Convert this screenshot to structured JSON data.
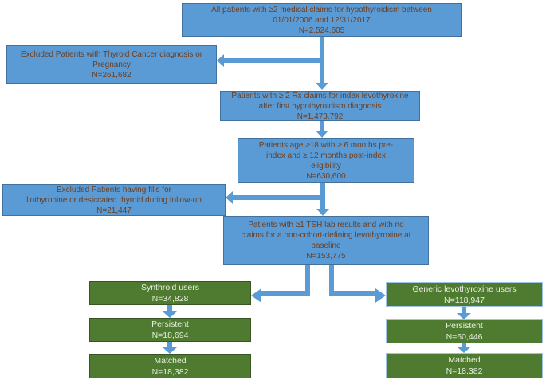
{
  "figure": {
    "type": "patient-flow-diagram",
    "colors": {
      "blue_box_fill": "#5b9bd5",
      "blue_box_border": "#41719c",
      "blue_box_text": "#6e3d1d",
      "green_box_fill": "#4e7b30",
      "green_box_border_left_column": "#375623",
      "green_box_border_right_column": "#9dc3e6",
      "green_box_text": "#e8efe0",
      "arrow_color": "#5b9bd5"
    }
  },
  "boxes": {
    "all_patients": {
      "lines": [
        "All patients with ≥2 medical claims for hypothyroidism between",
        "01/01/2006 and 12/31/2017",
        "N=2,524,605"
      ],
      "n": "2,524,605"
    },
    "excluded_cancer_pregnancy": {
      "lines": [
        "Excluded Patients with Thyroid Cancer diagnosis or",
        "Pregnancy",
        "N=261,682"
      ],
      "n": "261,682"
    },
    "rx_claims": {
      "lines": [
        "Patients with ≥ 2 Rx claims for index levothyroxine",
        "after first hypothyroidism diagnosis",
        "N=1,473,792"
      ],
      "n": "1,473,792"
    },
    "age_eligibility": {
      "lines": [
        "Patients age ≥18 with ≥ 6 months pre-",
        "index and ≥ 12 months post-index",
        "eligibility",
        "N=630,600"
      ],
      "n": "630,600"
    },
    "excluded_fills": {
      "lines": [
        "Excluded Patients having fills for",
        "liothyronine or desiccated thyroid during follow-up",
        "N=21,447"
      ],
      "n": "21,447"
    },
    "tsh_lab": {
      "lines": [
        "Patients with ≥1 TSH lab results and with no",
        "claims for a non-cohort-defining levothyroxine at",
        "baseline",
        "N=153,775"
      ],
      "n": "153,775"
    },
    "synthroid_users": {
      "lines": [
        "Synthroid users",
        "N=34,828"
      ],
      "n": "34,828"
    },
    "generic_users": {
      "lines": [
        "Generic levothyroxine users",
        "N=118,947"
      ],
      "n": "118,947"
    },
    "persistent_synthroid": {
      "lines": [
        "Persistent",
        "N=18,694"
      ],
      "n": "18,694"
    },
    "persistent_generic": {
      "lines": [
        "Persistent",
        "N=60,446"
      ],
      "n": "60,446"
    },
    "matched_synthroid": {
      "lines": [
        "Matched",
        "N=18,382"
      ],
      "n": "18,382"
    },
    "matched_generic": {
      "lines": [
        "Matched",
        "N=18,382"
      ],
      "n": "18,382"
    }
  }
}
